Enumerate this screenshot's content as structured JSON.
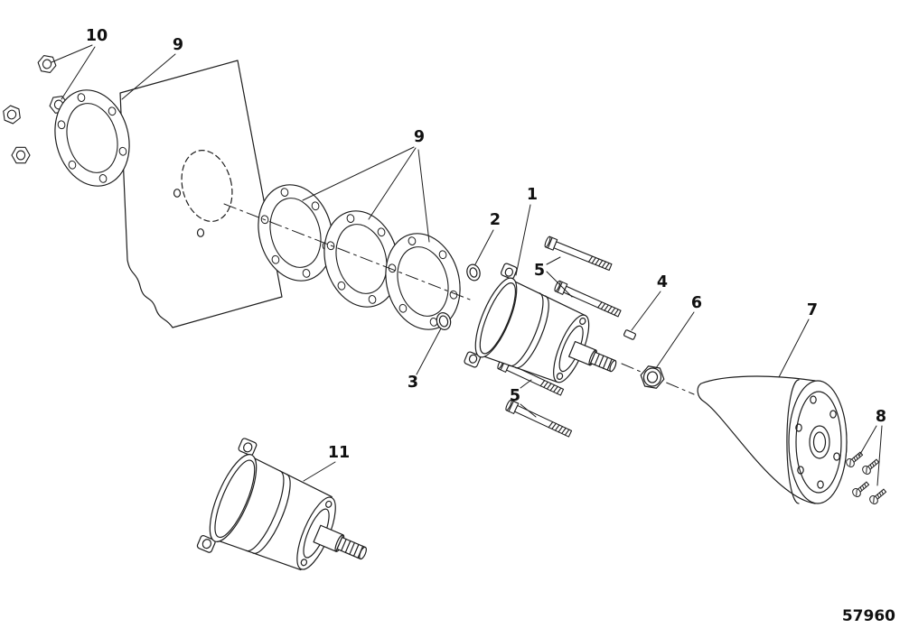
{
  "drawing_number": "57960",
  "colors": {
    "line": "#1d1d1d",
    "background": "#ffffff"
  },
  "callouts": {
    "c1": "1",
    "c2": "2",
    "c3": "3",
    "c4": "4",
    "c5a": "5",
    "c5b": "5",
    "c6": "6",
    "c7": "7",
    "c8": "8",
    "c9a": "9",
    "c9b": "9",
    "c10": "10",
    "c11": "11"
  }
}
